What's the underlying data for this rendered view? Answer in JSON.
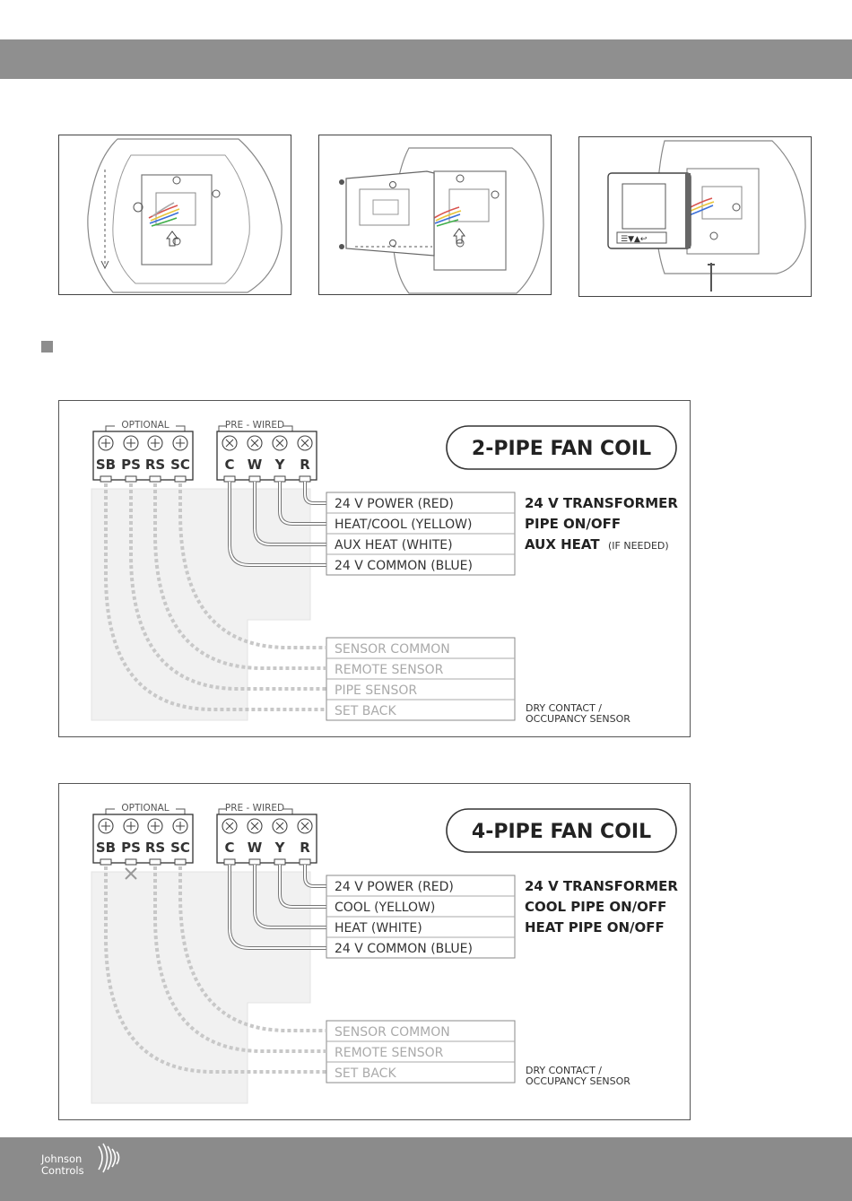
{
  "brand": {
    "line1": "Johnson",
    "line2": "Controls"
  },
  "diagrams": [
    {
      "title": "2-PIPE FAN COIL",
      "optional_label": "OPTIONAL",
      "prewired_label": "PRE - WIRED",
      "optional_terminals": [
        "SB",
        "PS",
        "RS",
        "SC"
      ],
      "prewired_terminals": [
        "C",
        "W",
        "Y",
        "R"
      ],
      "wire_labels": [
        "24 V POWER (RED)",
        "HEAT/COOL (YELLOW)",
        "AUX HEAT (WHITE)",
        "24 V COMMON (BLUE)"
      ],
      "wire_functions": [
        "24 V TRANSFORMER",
        "PIPE ON/OFF",
        "AUX HEAT"
      ],
      "aux_note": "(IF NEEDED)",
      "sensor_labels": [
        "SENSOR COMMON",
        "REMOTE SENSOR",
        "PIPE SENSOR",
        "SET BACK"
      ],
      "sensor_note_line1": "DRY CONTACT /",
      "sensor_note_line2": "OCCUPANCY SENSOR"
    },
    {
      "title": "4-PIPE FAN COIL",
      "optional_label": "OPTIONAL",
      "prewired_label": "PRE - WIRED",
      "optional_terminals": [
        "SB",
        "PS",
        "RS",
        "SC"
      ],
      "prewired_terminals": [
        "C",
        "W",
        "Y",
        "R"
      ],
      "wire_labels": [
        "24 V POWER (RED)",
        "COOL (YELLOW)",
        "HEAT (WHITE)",
        "24 V COMMON (BLUE)"
      ],
      "wire_functions": [
        "24 V TRANSFORMER",
        "COOL PIPE ON/OFF",
        "HEAT PIPE ON/OFF"
      ],
      "sensor_labels": [
        "SENSOR COMMON",
        "REMOTE SENSOR",
        "SET BACK"
      ],
      "sensor_note_line1": "DRY CONTACT /",
      "sensor_note_line2": "OCCUPANCY SENSOR"
    }
  ],
  "colors": {
    "header_bar": "#8f8f8f",
    "footer_bar": "#8b8b8b",
    "wire_red": "#d9534f",
    "wire_yellow": "#e8c43a",
    "wire_blue": "#3b6fd8",
    "wire_green": "#3fae49",
    "wire_white": "#cccccc"
  },
  "icons": [
    "screw-terminal-icon",
    "dashed-arrow-icon",
    "screw-icon"
  ]
}
